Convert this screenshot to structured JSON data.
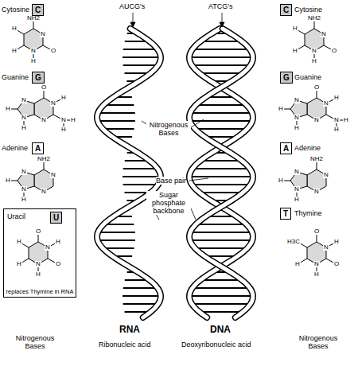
{
  "diagram": {
    "nodes": [
      {
        "text": [
          "C"
        ]
      },
      {
        "text": [
          "G"
        ]
      },
      {
        "text": [
          "A"
        ]
      },
      {
        "text": [
          "Uracil",
          "replaces Thymine in RNA"
        ]
      },
      {
        "text": [
          "U"
        ],
        "in": 3
      },
      {
        "text": [
          "C"
        ]
      },
      {
        "text": [
          "G"
        ]
      },
      {
        "text": [
          "A"
        ]
      },
      {
        "text": [
          "T"
        ]
      }
    ],
    "labels": [
      "Cytosine",
      "NH2",
      "N",
      "O",
      "N",
      "H",
      "H",
      "H",
      "Guanine",
      "O",
      "N",
      "H",
      "N",
      "H",
      "H",
      "N",
      "N",
      "H",
      "N",
      "H",
      "Adenine",
      "NH2",
      "N",
      "N",
      "N",
      "H",
      "N",
      "H",
      "O",
      "N",
      "H",
      "O",
      "N",
      "H",
      "H",
      "H",
      "Nitrogenous Bases",
      "AUCG's",
      "ATCG's",
      "Nitrogenous Bases",
      "Base pair",
      "Sugar phosphate backbone",
      "RNA",
      "Ribonucleic acid",
      "DNA",
      "Deoxyribonucleic acid",
      "Cytosine",
      "NH2",
      "N",
      "O",
      "N",
      "H",
      "H",
      "H",
      "Guanine",
      "O",
      "N",
      "H",
      "N",
      "H",
      "H",
      "N",
      "N",
      "H",
      "N",
      "H",
      "Adenine",
      "NH2",
      "N",
      "N",
      "N",
      "H",
      "N",
      "H",
      "Thymine",
      "O",
      "N",
      "H",
      "O",
      "N",
      "H",
      "H",
      "H3C",
      "Nitrogenous Bases"
    ]
  }
}
